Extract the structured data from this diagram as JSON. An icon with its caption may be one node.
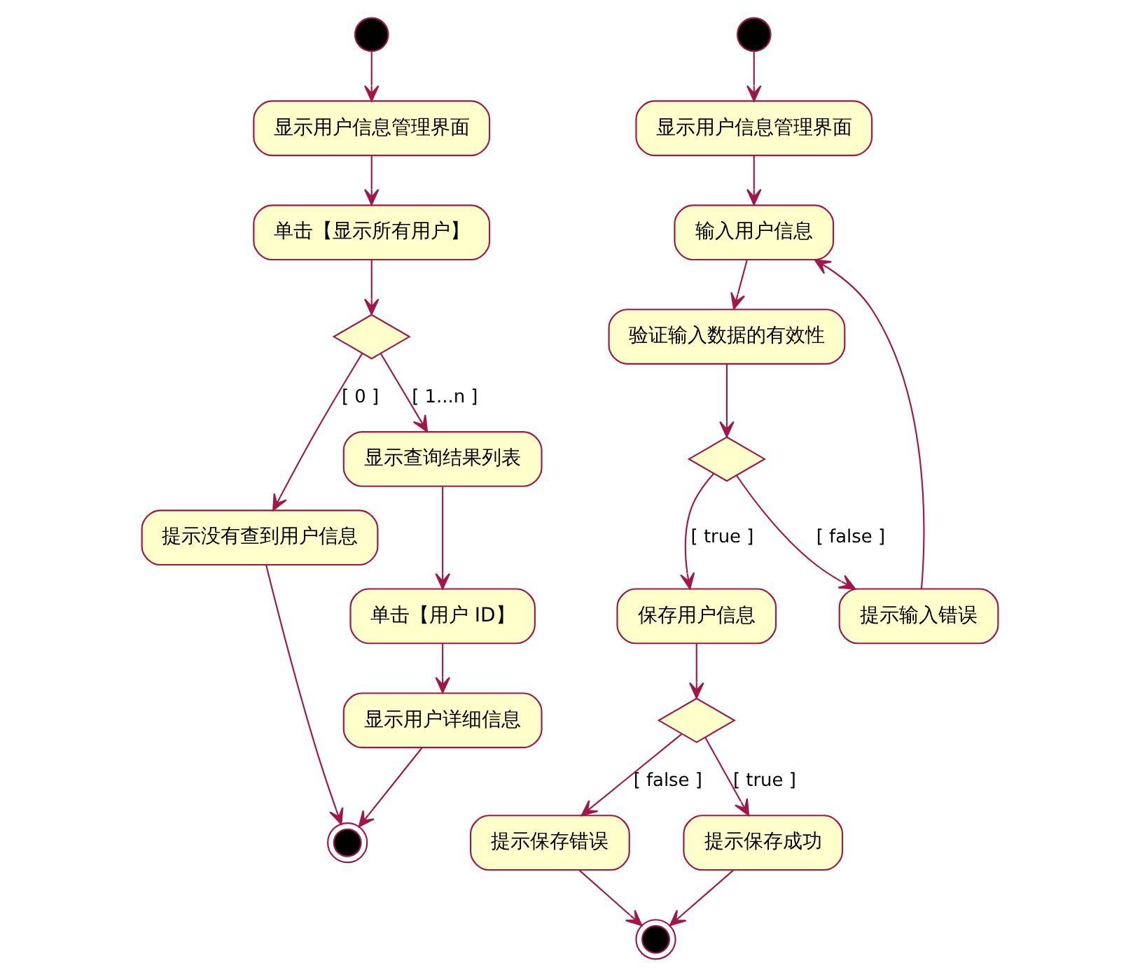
{
  "diagram": {
    "nodes": [
      {
        "text": [],
        "shape": "circle"
      },
      {
        "text": [
          "显示用户信息管理界面"
        ]
      },
      {
        "text": [
          "单击【显示所有用户】"
        ]
      },
      {
        "text": [],
        "shape": "diamond"
      },
      {
        "text": [
          "提示没有查到用户信息"
        ]
      },
      {
        "text": [
          "显示查询结果列表"
        ]
      },
      {
        "text": [
          "单击【用户 ID】"
        ]
      },
      {
        "text": [
          "显示用户详细信息"
        ]
      },
      {
        "text": [],
        "shape": "circle"
      },
      {
        "text": [],
        "shape": "circle"
      },
      {
        "text": [
          "显示用户信息管理界面"
        ]
      },
      {
        "text": [
          "输入用户信息"
        ]
      },
      {
        "text": [
          "验证输入数据的有效性"
        ]
      },
      {
        "text": [],
        "shape": "diamond"
      },
      {
        "text": [
          "提示输入错误"
        ]
      },
      {
        "text": [
          "保存用户信息"
        ]
      },
      {
        "text": [],
        "shape": "diamond"
      },
      {
        "text": [
          "提示保存错误"
        ]
      },
      {
        "text": [
          "提示保存成功"
        ]
      },
      {
        "text": [],
        "shape": "circle"
      }
    ],
    "edges": [
      {
        "from": 0,
        "to": 1,
        "arrow": "to"
      },
      {
        "from": 1,
        "to": 2,
        "arrow": "to"
      },
      {
        "from": 2,
        "to": 3,
        "arrow": "to"
      },
      {
        "from": 3,
        "to": 4,
        "arrow": "to",
        "label": "[ 0 ]"
      },
      {
        "from": 3,
        "to": 5,
        "arrow": "to",
        "label": "[ 1...n ]"
      },
      {
        "from": 5,
        "to": 6,
        "arrow": "to"
      },
      {
        "from": 6,
        "to": 7,
        "arrow": "to"
      },
      {
        "from": 7,
        "to": 8,
        "arrow": "to"
      },
      {
        "from": 4,
        "to": 8,
        "arrow": "to"
      },
      {
        "from": 9,
        "to": 10,
        "arrow": "to"
      },
      {
        "from": 10,
        "to": 11,
        "arrow": "to"
      },
      {
        "from": 11,
        "to": 12,
        "arrow": "to"
      },
      {
        "from": 12,
        "to": 13,
        "arrow": "to"
      },
      {
        "from": 13,
        "to": 14,
        "arrow": "to",
        "label": "[ false ]"
      },
      {
        "from": 14,
        "to": 11,
        "arrow": "to"
      },
      {
        "from": 13,
        "to": 15,
        "arrow": "to",
        "label": "[ true ]"
      },
      {
        "from": 15,
        "to": 16,
        "arrow": "to"
      },
      {
        "from": 16,
        "to": 17,
        "arrow": "to",
        "label": "[ false ]"
      },
      {
        "from": 16,
        "to": 18,
        "arrow": "to",
        "label": "[ true ]"
      },
      {
        "from": 18,
        "to": 19,
        "arrow": "to"
      },
      {
        "from": 17,
        "to": 19,
        "arrow": "to"
      }
    ]
  }
}
